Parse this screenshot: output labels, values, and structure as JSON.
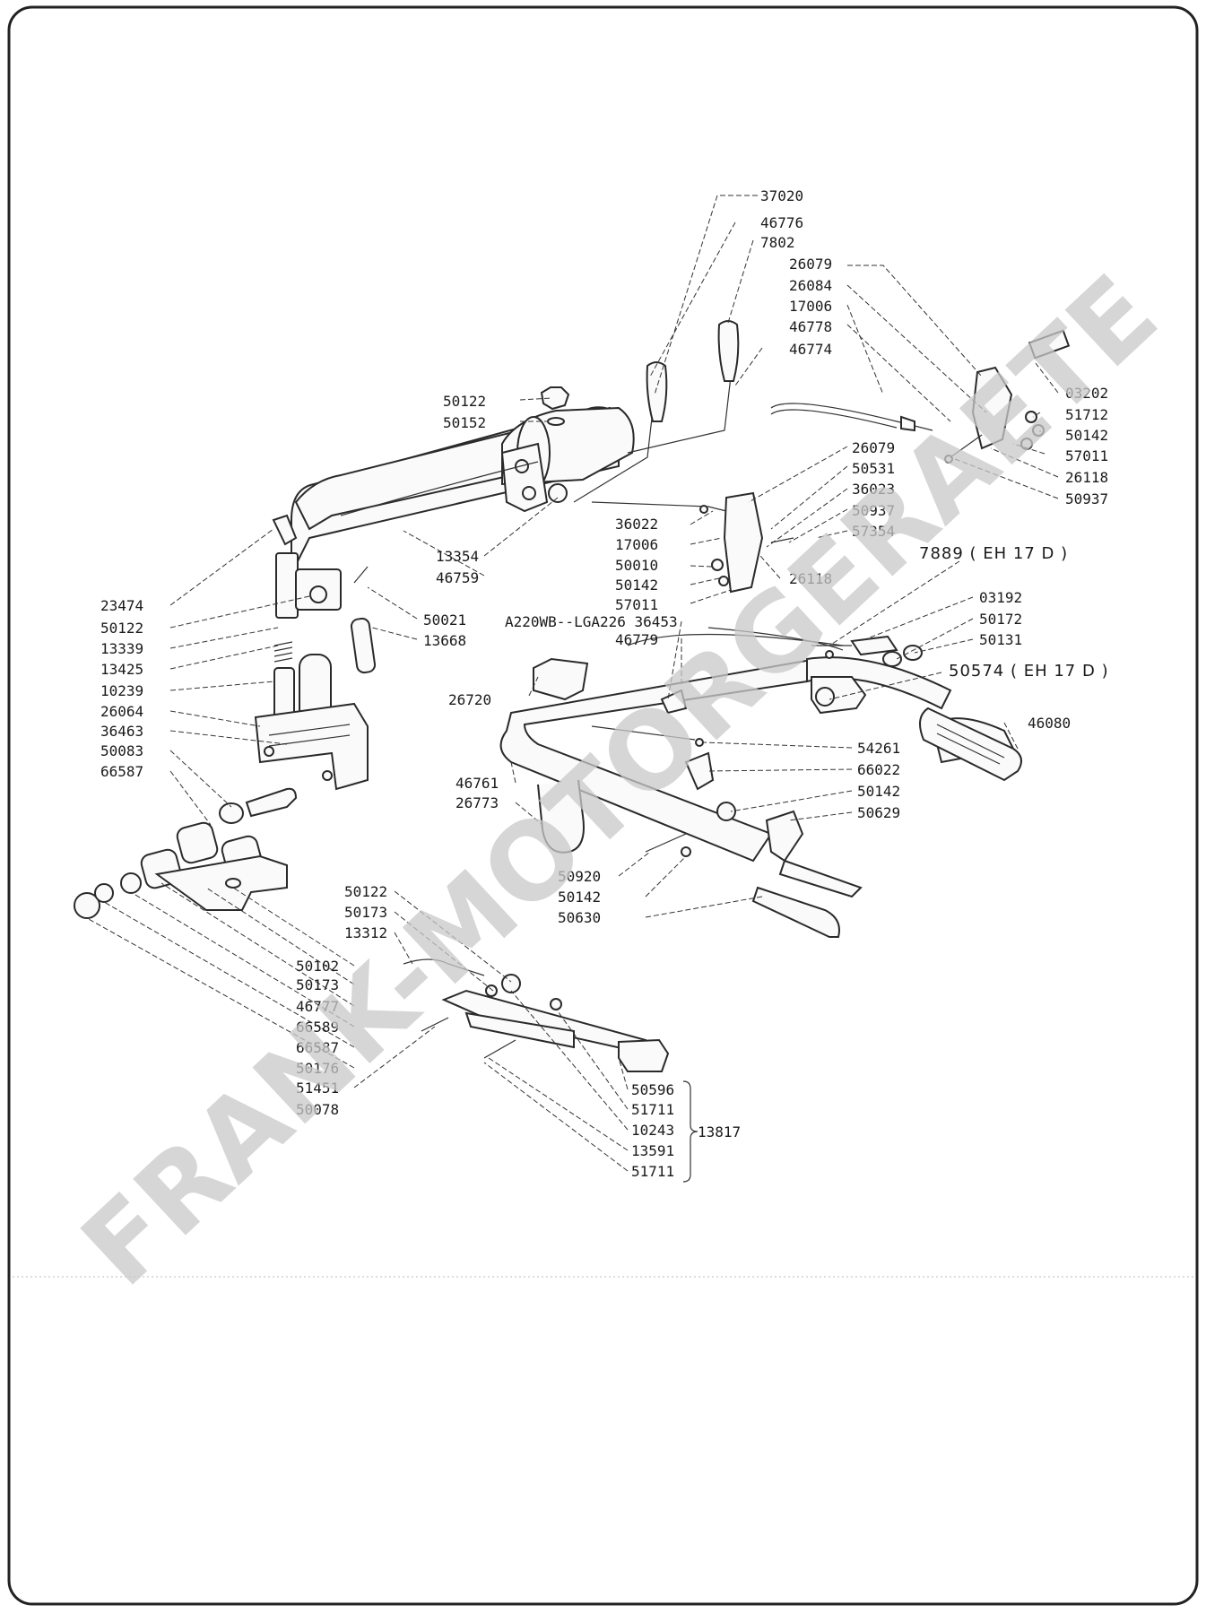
{
  "watermark": "FRANK-MOTORGERAETE",
  "labels": {
    "p37020": "37020",
    "p46776": "46776",
    "p7802": "7802",
    "p26079a": "26079",
    "p26084": "26084",
    "p17006a": "17006",
    "p46778": "46778",
    "p46774": "46774",
    "p03202": "03202",
    "p51712": "51712",
    "p50142a": "50142",
    "p57011a": "57011",
    "p26118a": "26118",
    "p50937a": "50937",
    "p50122a": "50122",
    "p50152": "50152",
    "p26079b": "26079",
    "p50531": "50531",
    "p36023": "36023",
    "p50937b": "50937",
    "p57354": "57354",
    "p36022": "36022",
    "p17006b": "17006",
    "p50010": "50010",
    "p50142b": "50142",
    "p57011b": "57011",
    "p26118b": "26118",
    "p13354": "13354",
    "p46759": "46759",
    "p7889": "7889 ( EH 17 D )",
    "p23474": "23474",
    "p50122b": "50122",
    "p13339": "13339",
    "p13425": "13425",
    "p10239": "10239",
    "p26064": "26064",
    "p36463": "36463",
    "p50083": "50083",
    "p66587a": "66587",
    "p50021": "50021",
    "p13668": "13668",
    "p03192": "03192",
    "p50172": "50172",
    "p50131": "50131",
    "pA220": "A220WB--LGA226 36453",
    "p46779": "46779",
    "p50574": "50574 ( EH 17 D )",
    "p26720": "26720",
    "p46080": "46080",
    "p54261": "54261",
    "p66022": "66022",
    "p50142c": "50142",
    "p50629": "50629",
    "p46761": "46761",
    "p26773": "26773",
    "p50920": "50920",
    "p50142d": "50142",
    "p50630": "50630",
    "p50122c": "50122",
    "p50173a": "50173",
    "p13312": "13312",
    "p50102": "50102",
    "p50173b": "50173",
    "p46777": "46777",
    "p66589": "66589",
    "p66587b": "66587",
    "p50176": "50176",
    "p51451": "51451",
    "p50078": "50078",
    "p50596": "50596",
    "p51711a": "51711",
    "p10243": "10243",
    "p13591": "13591",
    "p51711b": "51711",
    "p13817": "13817"
  }
}
